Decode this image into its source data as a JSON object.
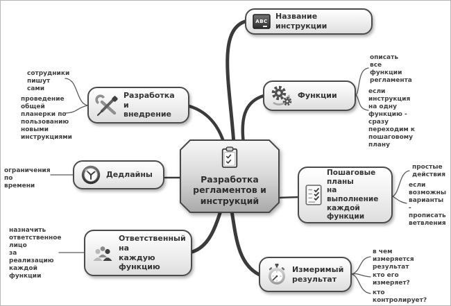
{
  "diagram": {
    "center": {
      "label": "Разработка\nрегламентов и\nинструкций",
      "icon": "clipboard-check-icon"
    },
    "branches": {
      "instruction_name": {
        "label": "Название инструкции",
        "icon": "abc-board-icon"
      },
      "functions": {
        "label": "Функции",
        "icon": "gears-icon",
        "notes": {
          "describe_all": "описать\nвсе\nфункции\nрегламента",
          "single_function": "если\nинструкция\nна одну\nфункцию -\nсразу\nпереходим к\nпошаговому\nплану"
        }
      },
      "develop": {
        "label": "Разработка\nи\nвнедрение",
        "icon": "tools-icon",
        "notes": {
          "employees": "сотрудники\nпишут\nсами",
          "meeting": "проведение\nобщей\nпланерки по\nпользованию\nновыми\nинструкциями"
        }
      },
      "deadlines": {
        "label": "Дедлайны",
        "icon": "clock-icon",
        "notes": {
          "time_limit": "ограничения\nпо\nвремени"
        }
      },
      "plans": {
        "label": "Пошаговые\nпланы\nна\nвыполнение\nкаждой\nфункции",
        "icon": "checklist-icon",
        "notes": {
          "simple_actions": "простые\nдействия",
          "variants": "если\nвозможны\nварианты\n-\nпрописать\nветвления"
        }
      },
      "responsible": {
        "label": "Ответственный\nна\nкаждую\nфункцию",
        "icon": "people-icon",
        "notes": {
          "assign": "назначить\nответственное\nлицо\nза\nреализацию\nкаждой\nфункции"
        }
      },
      "result": {
        "label": "Измеримый\nрезультат",
        "icon": "stopwatch-icon",
        "notes": {
          "measured_in": "в чем\nизмеряется\nрезультат",
          "who_measures": "кто его\nизмеряет?",
          "who_controls": "кто\nконтролирует?"
        }
      }
    }
  },
  "colors": {
    "node_border": "#4a4a4a",
    "node_fill_top": "#ffffff",
    "node_fill_bottom": "#dedede",
    "center_fill_top": "#f7f7f7",
    "center_fill_bottom": "#a9a9a9",
    "branch_line": "#3b3b3b",
    "note_line": "#5a5a5a",
    "text": "#333333"
  }
}
